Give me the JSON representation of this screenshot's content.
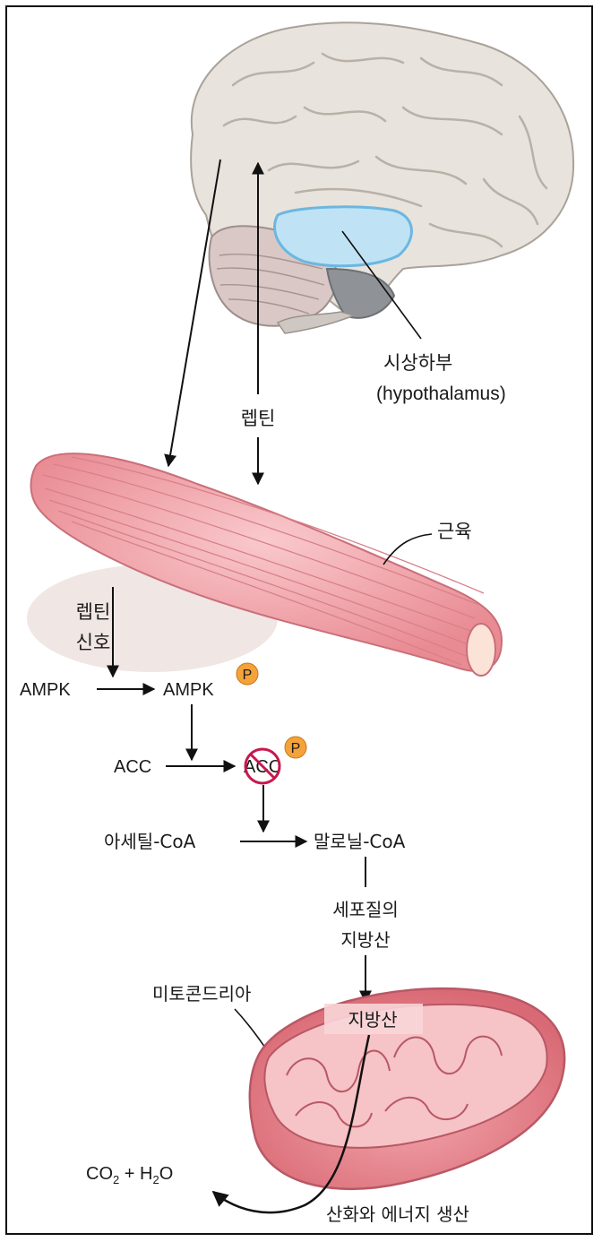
{
  "labels": {
    "hypothalamus_ko": "시상하부",
    "hypothalamus_en": "(hypothalamus)",
    "leptin": "렙틴",
    "muscle": "근육",
    "leptin_signal_1": "렙틴",
    "leptin_signal_2": "신호",
    "ampk": "AMPK",
    "ampk_p": "AMPK",
    "phospho": "P",
    "acc": "ACC",
    "acc_p": "ACC",
    "acetyl_coa": "아세틸-CoA",
    "malonyl_coa": "말로닐-CoA",
    "cytoplasmic_fa_1": "세포질의",
    "cytoplasmic_fa_2": "지방산",
    "mitochondria": "미토콘드리아",
    "fatty_acid": "지방산",
    "co2_h2o_a": "CO",
    "co2_h2o_sub1": "2",
    "co2_h2o_b": " + H",
    "co2_h2o_sub2": "2",
    "co2_h2o_c": "O",
    "oxidation_energy": "산화와 에너지 생산"
  },
  "colors": {
    "brain": "#e8e3dc",
    "hypothalamus": "#bfe3f5",
    "muscle": "#f1a0a6",
    "mitochondria": "#e8838c",
    "phospho_badge": "#f5a23a",
    "inhibit": "#c8184f"
  }
}
